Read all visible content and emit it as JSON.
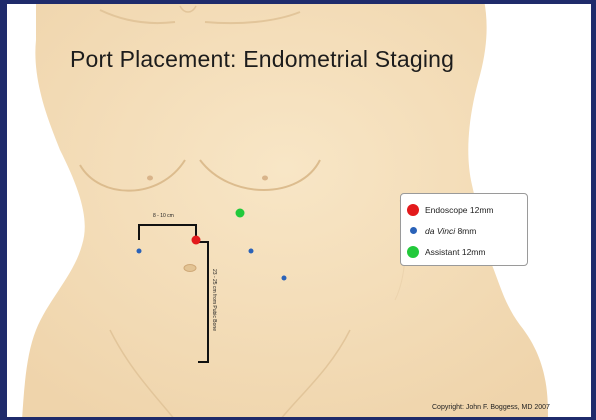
{
  "title": "Port Placement:  Endometrial Staging",
  "legend": {
    "items": [
      {
        "swatch": "red-circle",
        "label": "Endoscope 12mm",
        "color": "#e31a1c"
      },
      {
        "swatch": "blue-dot",
        "label_italic": "da Vinci",
        "label_rest": " 8mm",
        "color": "#2a62b8"
      },
      {
        "swatch": "green-circle",
        "label": "Assistant 12mm",
        "color": "#22c93b"
      }
    ]
  },
  "measurements": {
    "horizontal": "8 - 10 cm",
    "vertical": "23 - 25 cm from Pubic Bone"
  },
  "copyright": "Copyright:   John F. Boggess, MD 2007",
  "colors": {
    "skin": "#f5dfbb",
    "skin_shadow": "#e2c59a",
    "frame": "#1f2b6b"
  }
}
